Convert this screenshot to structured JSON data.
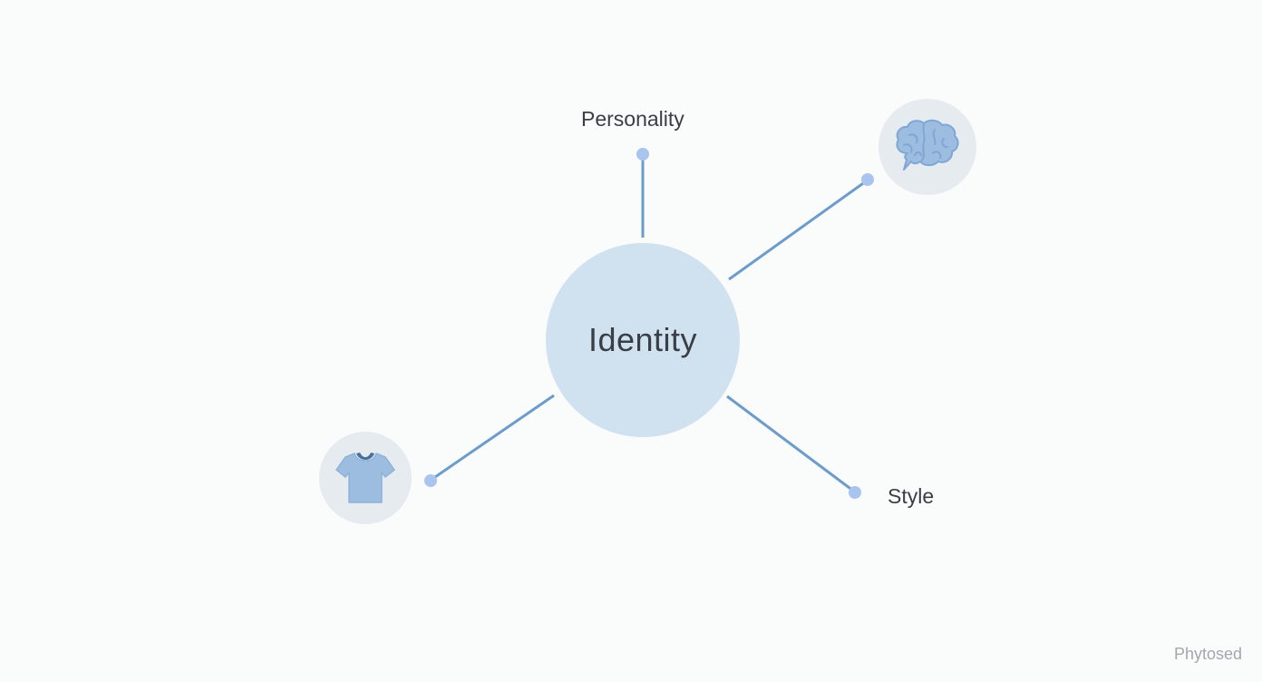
{
  "diagram": {
    "center": {
      "label": "Identity"
    },
    "nodes": [
      {
        "id": "personality",
        "label": "Personality"
      },
      {
        "id": "brain",
        "icon": "brain-icon"
      },
      {
        "id": "style",
        "label": "Style"
      },
      {
        "id": "clothing",
        "icon": "tshirt-icon"
      }
    ]
  },
  "watermark": "Phytosed",
  "colors": {
    "background": "#fafbfb",
    "center_fill": "#d0e1ef",
    "connector": "#6b9ccc",
    "endpoint": "#a9c4ee",
    "icon_bg": "#e6ebf0",
    "icon_fill": "#9dbde0",
    "text": "#3a3f45"
  }
}
